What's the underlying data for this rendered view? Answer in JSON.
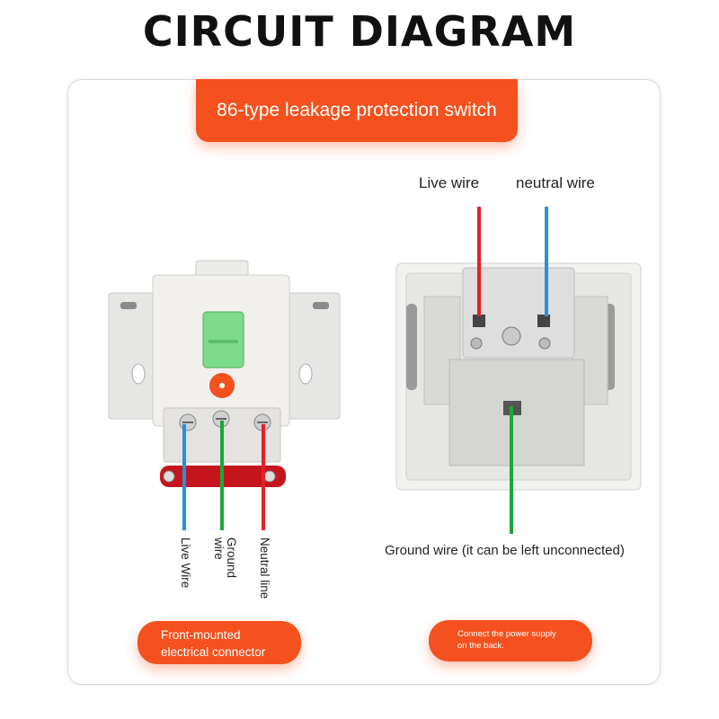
{
  "title": "CIRCUIT DIAGRAM",
  "header": "86-type leakage protection switch",
  "left": {
    "labels": {
      "live": "Live Wire",
      "ground_line1": "Ground",
      "ground_line2": "wire",
      "neutral": "Neutral line"
    },
    "pill_line1": "Front-mounted",
    "pill_line2": "electrical connector"
  },
  "right": {
    "labels": {
      "live": "Live wire",
      "neutral": "neutral wire",
      "ground": "Ground wire (it can be left unconnected)"
    },
    "pill_line1": "Connect the power supply",
    "pill_line2": "on the back."
  },
  "colors": {
    "accent": "#f4511e",
    "live_wire_red": "#e5202a",
    "neutral_wire_blue": "#2a8fdc",
    "ground_wire_green": "#1aa83a",
    "switch_lever": "#7ddc8a"
  }
}
